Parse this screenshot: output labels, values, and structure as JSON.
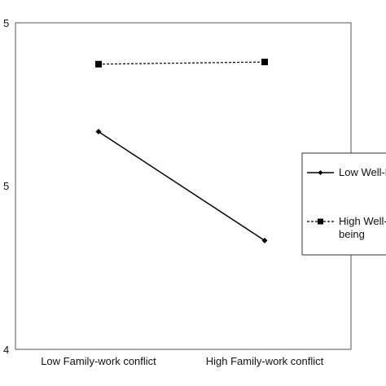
{
  "chart_data": {
    "type": "line",
    "title": "",
    "xlabel": "",
    "ylabel": "",
    "categories": [
      "Low Family-work conflict",
      "High Family-work conflict"
    ],
    "ylim": [
      4,
      5.5
    ],
    "ytick_labels": [
      "4",
      "5",
      "5"
    ],
    "grid": false,
    "legend_position": "right",
    "series": [
      {
        "name": "Low Well-being",
        "legend_lines": [
          "Low Well-l"
        ],
        "values": [
          5.0,
          4.5
        ],
        "line_style": "solid",
        "marker": "diamond",
        "color": "#000000"
      },
      {
        "name": "High Well-being",
        "legend_lines": [
          "High Well-",
          "being"
        ],
        "values": [
          5.31,
          5.32
        ],
        "line_style": "dashed",
        "marker": "square",
        "color": "#000000"
      }
    ]
  }
}
